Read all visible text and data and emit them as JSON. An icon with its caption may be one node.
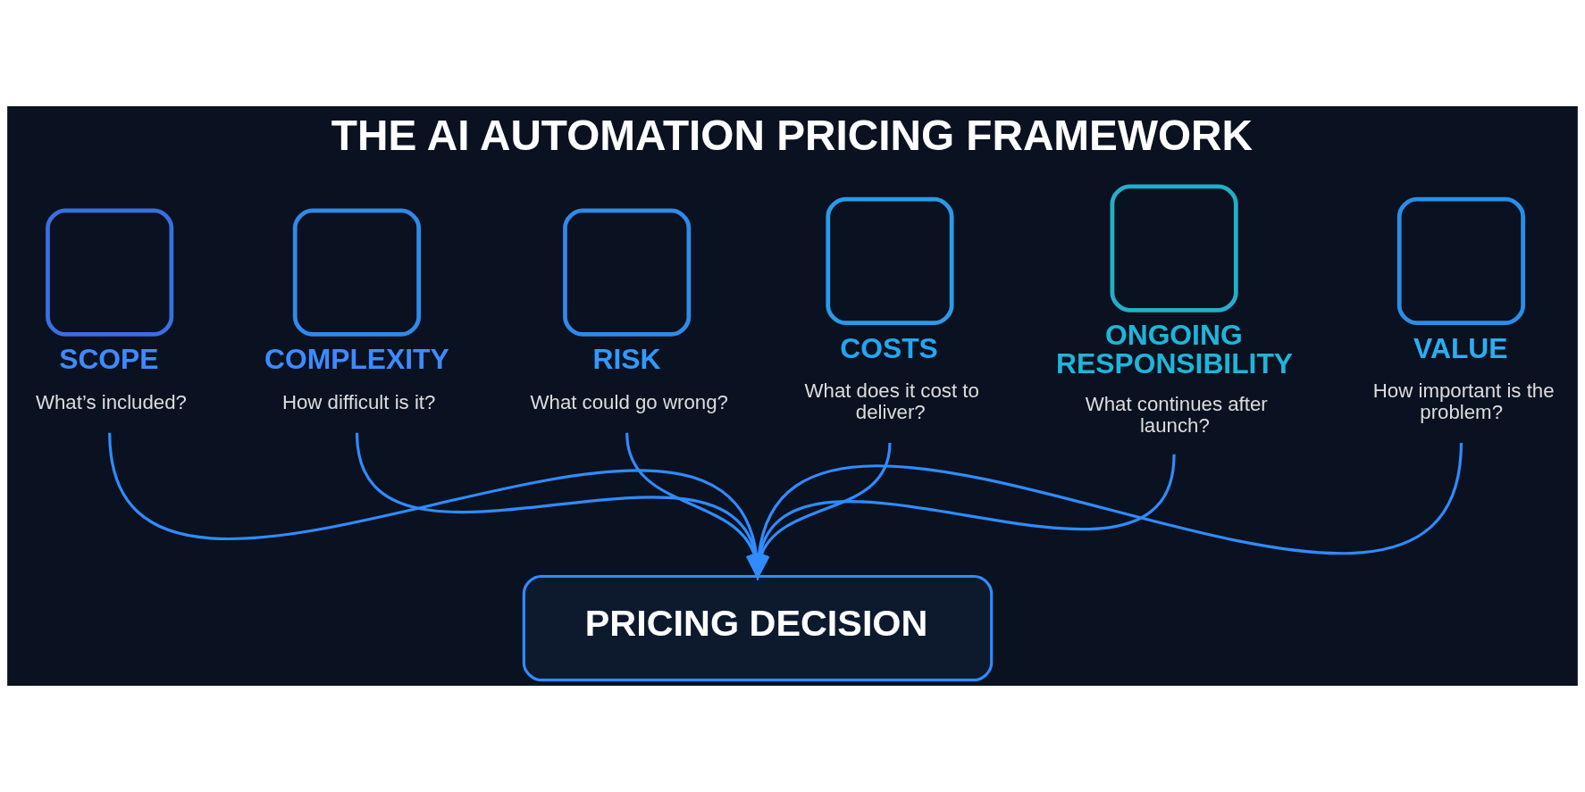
{
  "diagram": {
    "title": "THE AI AUTOMATION PRICING FRAMEWORK",
    "nodes": [
      {
        "text": [
          "SCOPE",
          "What’s included?"
        ]
      },
      {
        "text": [
          "COMPLEXITY",
          "How difficult is it?"
        ]
      },
      {
        "text": [
          "RISK",
          "What could go wrong?"
        ]
      },
      {
        "text": [
          "COSTS",
          "What does it cost to deliver?"
        ]
      },
      {
        "text": [
          "ONGOING RESPONSIBILITY",
          "What continues after launch?"
        ]
      },
      {
        "text": [
          "VALUE",
          "How important is the problem?"
        ]
      },
      {
        "text": [
          "PRICING DECISION"
        ]
      }
    ],
    "edges": [
      {
        "from": 0,
        "to": 6,
        "arrow": "to"
      },
      {
        "from": 1,
        "to": 6,
        "arrow": "to"
      },
      {
        "from": 2,
        "to": 6,
        "arrow": "to"
      },
      {
        "from": 3,
        "to": 6,
        "arrow": "to"
      },
      {
        "from": 4,
        "to": 6,
        "arrow": "to"
      },
      {
        "from": 5,
        "to": 6,
        "arrow": "to"
      }
    ]
  }
}
